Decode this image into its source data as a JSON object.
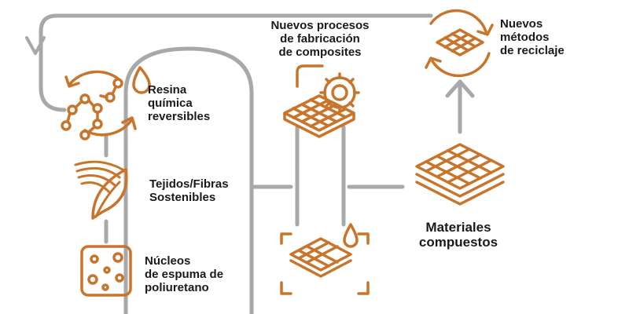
{
  "colors": {
    "accent": "#c8742a",
    "connector": "#a8a8a8",
    "text": "#1a1a1a"
  },
  "labels": {
    "resina": [
      "Resina",
      "química",
      "reversibles"
    ],
    "tejidos": [
      "Tejidos/Fibras",
      "Sostenibles"
    ],
    "nucleos": [
      "Núcleos",
      "de espuma de",
      "poliuretano"
    ],
    "procesos": [
      "Nuevos procesos",
      "de fabricación",
      "de composites"
    ],
    "materiales": [
      "Materiales",
      "compuestos"
    ],
    "reciclaje": [
      "Nuevos",
      "métodos",
      "de reciclaje"
    ]
  },
  "icons": {
    "resina": "resin-molecule-cycle-icon",
    "tejidos": "leaf-fibers-icon",
    "nucleos": "foam-core-icon",
    "procesos": "fabric-gear-icon",
    "resina_mesh": "mesh-drop-frame-icon",
    "materiales": "composite-layers-icon",
    "reciclaje": "recycling-mesh-icon"
  }
}
